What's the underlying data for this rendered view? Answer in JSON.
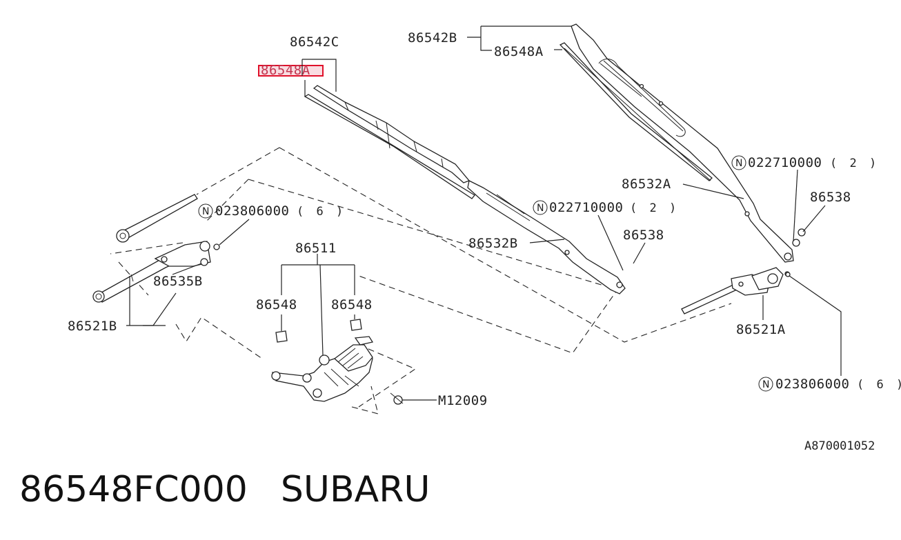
{
  "diagram": {
    "labels": {
      "p86542C": "86542C",
      "p86548A_left": "86548A",
      "p86542B": "86542B",
      "p86548A_right": "86548A",
      "p86532A": "86532A",
      "p86532B": "86532B",
      "p86538_right": "86538",
      "p86538_center": "86538",
      "p86511": "86511",
      "p86548_left": "86548",
      "p86548_right": "86548",
      "p86535B": "86535B",
      "p86521B": "86521B",
      "p86521A": "86521A",
      "pM12009": "M12009",
      "n022710_right": "022710000",
      "n022710_right_qty": "( 2 )",
      "n022710_center": "022710000",
      "n022710_center_qty": "( 2  )",
      "n023806_left": "023806000",
      "n023806_left_qty": "( 6 )",
      "n023806_right": "023806000",
      "n023806_right_qty": "( 6 )",
      "n_mark": "N"
    },
    "reference": "A870001052",
    "highlight": {
      "color": "#e0102a"
    }
  },
  "footer": {
    "part_number": "86548FC000",
    "brand": "SUBARU"
  }
}
